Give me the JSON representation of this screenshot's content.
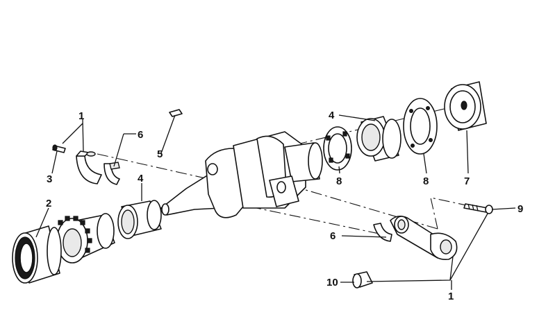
{
  "callouts": [
    {
      "id": "c1a",
      "text": "1"
    },
    {
      "id": "c3",
      "text": "3"
    },
    {
      "id": "c6a",
      "text": "6"
    },
    {
      "id": "c5",
      "text": "5"
    },
    {
      "id": "c4a",
      "text": "4"
    },
    {
      "id": "c2",
      "text": "2"
    },
    {
      "id": "c4b",
      "text": "4"
    },
    {
      "id": "c8a",
      "text": "8"
    },
    {
      "id": "c8b",
      "text": "8"
    },
    {
      "id": "c7",
      "text": "7"
    },
    {
      "id": "c9",
      "text": "9"
    },
    {
      "id": "c6b",
      "text": "6"
    },
    {
      "id": "c10",
      "text": "10"
    },
    {
      "id": "c1b",
      "text": "1"
    }
  ]
}
